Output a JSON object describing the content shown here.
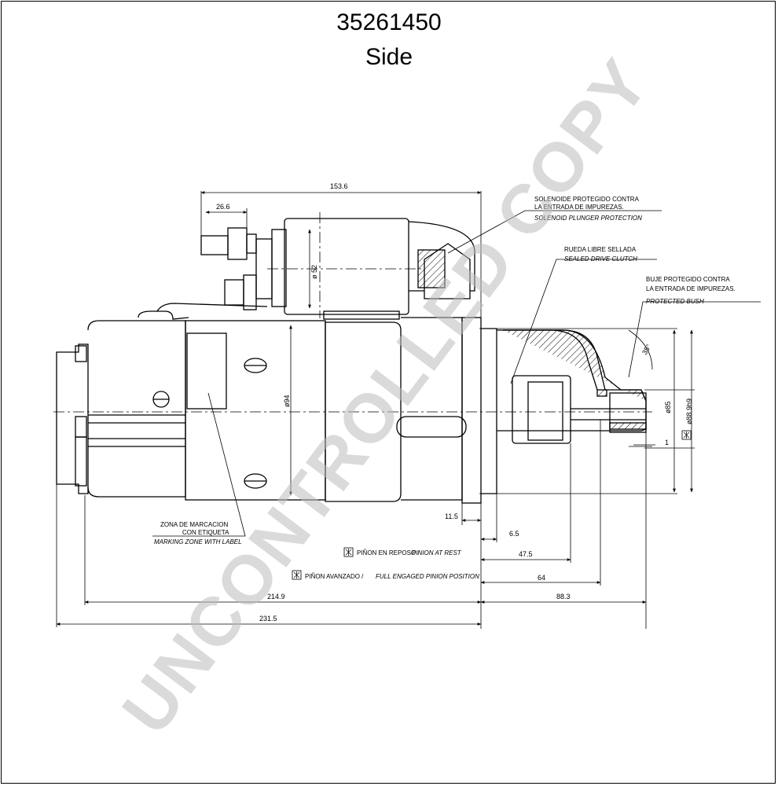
{
  "header": {
    "part_number": "35261450",
    "view": "Side"
  },
  "watermark": "UNCONTROLLED COPY",
  "dimensions": {
    "overall_top": "153.6",
    "terminal": "26.6",
    "solenoid_dia": "ø 52",
    "body_dia": "ø94",
    "pinion_dia": "ø85",
    "flange_dia": "ø88.9h9",
    "angle": "35°",
    "gap": "1",
    "flange_thk": "11.5",
    "rest_offset": "6.5",
    "rest_length": "47.5",
    "engaged_length": "64",
    "body_length": "214.9",
    "nose_length": "88.3",
    "total_length": "231.5"
  },
  "notes": {
    "solenoid": {
      "es1": "SOLENOIDE PROTEGIDO CONTRA",
      "es2": "LA ENTRADA DE IMPUREZAS.",
      "en": "SOLENOID PLUNGER PROTECTION"
    },
    "clutch": {
      "es": "RUEDA LIBRE SELLADA",
      "en": "SEALED DRIVE CLUTCH"
    },
    "bush": {
      "es1": "BUJE PROTEGIDO CONTRA",
      "es2": "LA ENTRADA DE IMPUREZAS.",
      "en": "PROTECTED BUSH"
    },
    "marking": {
      "es1": "ZONA DE MARCACION",
      "es2": "CON ETIQUETA",
      "en": "MARKING ZONE WITH LABEL"
    },
    "pinion_rest": {
      "es": "PIÑON EN REPOSO /",
      "en": "PINION AT REST"
    },
    "pinion_engaged": {
      "es": "PIÑON AVANZADO /",
      "en": "FULL ENGAGED PINION POSITION"
    }
  }
}
